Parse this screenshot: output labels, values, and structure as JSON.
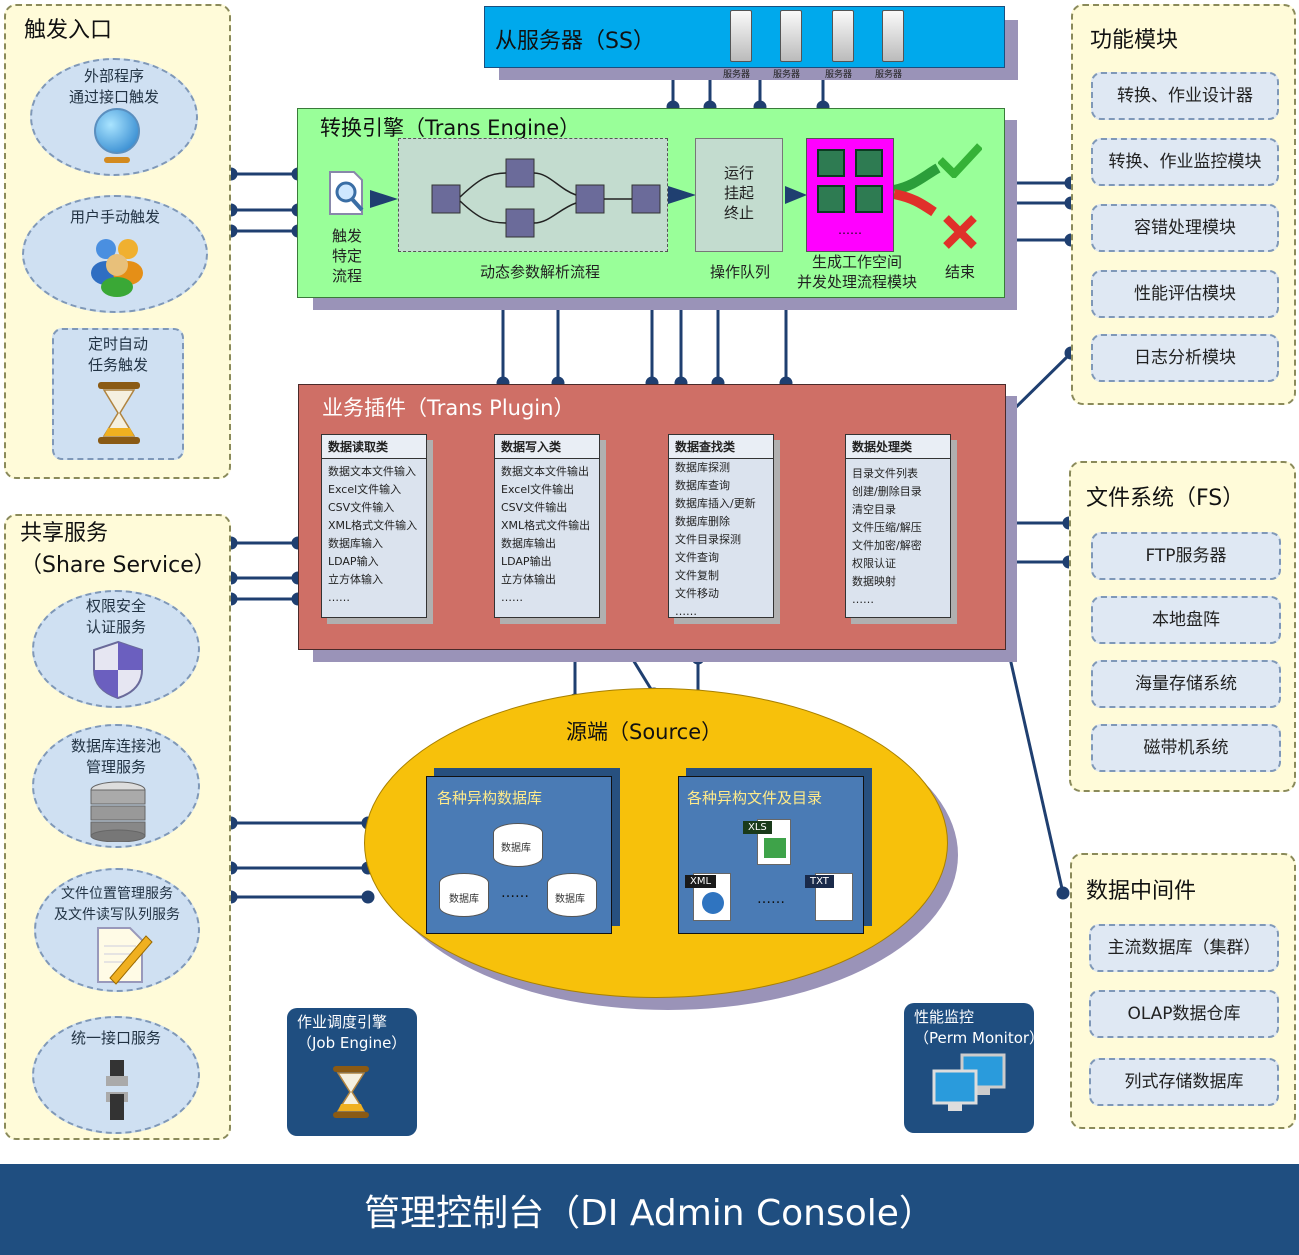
{
  "trigger": {
    "title": "触发入口",
    "external": "外部程序\n通过接口触发",
    "manual": "用户手动触发",
    "timer": "定时自动\n任务触发"
  },
  "share": {
    "title": "共享服务\n（Share Service）",
    "auth": "权限安全\n认证服务",
    "dbpool": "数据库连接池\n管理服务",
    "file": "文件位置管理服务\n及文件读写队列服务",
    "iface": "统一接口服务"
  },
  "ss": {
    "title": "从服务器（SS）",
    "server_label": "服务器"
  },
  "engine": {
    "title": "转换引擎（Trans Engine）",
    "trigger_flow": "触发\n特定\n流程",
    "param_flow": "动态参数解析流程",
    "ops": "运行\n挂起\n终止",
    "ops_label": "操作队列",
    "workspace_dots": "……",
    "workspace_label": "生成工作空间\n并发处理流程模块",
    "end_label": "结束"
  },
  "plugin": {
    "title": "业务插件（Trans Plugin）",
    "cards": [
      {
        "header": "数据读取类",
        "items": [
          "数据文本文件输入",
          "Excel文件输入",
          "CSV文件输入",
          "XML格式文件输入",
          "数据库输入",
          "LDAP输入",
          "立方体输入",
          "……"
        ]
      },
      {
        "header": "数据写入类",
        "items": [
          "数据文本文件输出",
          "Excel文件输出",
          "CSV文件输出",
          "XML格式文件输出",
          "数据库输出",
          "LDAP输出",
          "立方体输出",
          "……"
        ]
      },
      {
        "header": "数据查找类",
        "items": [
          "数据库探测",
          "数据库查询",
          "数据库插入/更新",
          "数据库删除",
          "文件目录探测",
          "文件查询",
          "文件复制",
          "文件移动",
          "……"
        ]
      },
      {
        "header": "数据处理类",
        "items": [
          "目录文件列表",
          "创建/删除目录",
          "清空目录",
          "文件压缩/解压",
          "文件加密/解密",
          "权限认证",
          "数据映射",
          "……"
        ]
      }
    ]
  },
  "source": {
    "title": "源端（Source）",
    "db_title": "各种异构数据库",
    "db_label": "数据库",
    "db_dots": "……",
    "file_title": "各种异构文件及目录",
    "file_dots": "……",
    "xls": "XLS",
    "xml": "XML",
    "txt": "TXT"
  },
  "func": {
    "title": "功能模块",
    "items": [
      "转换、作业设计器",
      "转换、作业监控模块",
      "容错处理模块",
      "性能评估模块",
      "日志分析模块"
    ]
  },
  "fs": {
    "title": "文件系统（FS）",
    "items": [
      "FTP服务器",
      "本地盘阵",
      "海量存储系统",
      "磁带机系统"
    ]
  },
  "mid": {
    "title": "数据中间件",
    "items": [
      "主流数据库（集群）",
      "OLAP数据仓库",
      "列式存储数据库"
    ]
  },
  "job": {
    "title": "作业调度引擎\n（Job Engine）"
  },
  "perf": {
    "title": "性能监控\n（Perm Monitor）"
  },
  "console": {
    "title": "管理控制台（DI Admin Console）"
  }
}
